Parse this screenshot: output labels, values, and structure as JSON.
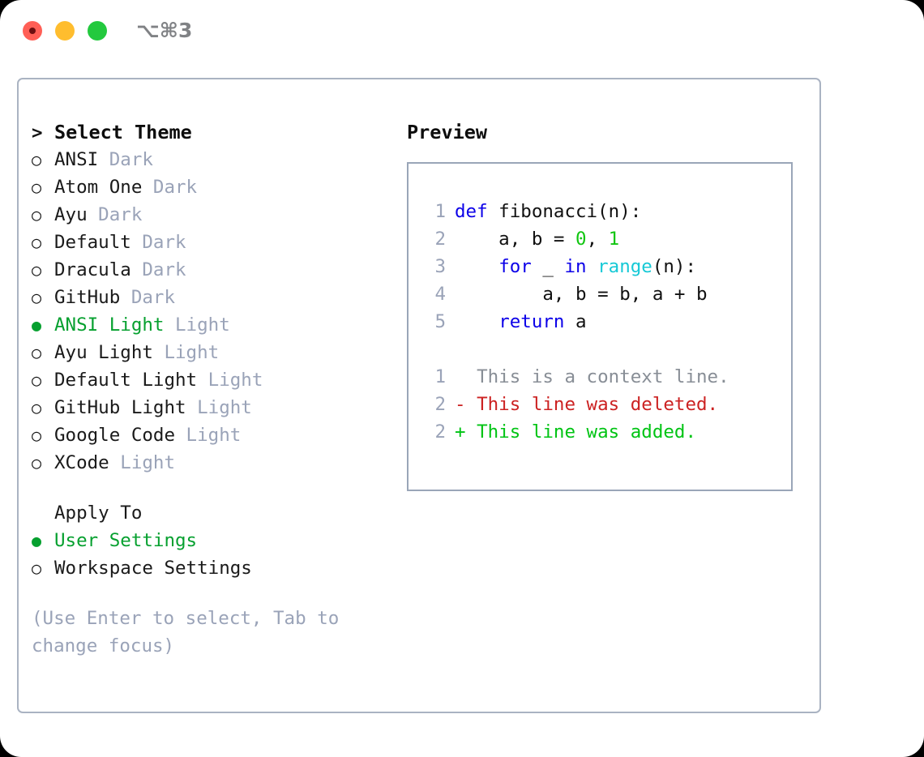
{
  "window": {
    "shortcut_label": "⌥⌘3",
    "traffic_lights": [
      {
        "name": "close",
        "color": "#ff5f56"
      },
      {
        "name": "minimize",
        "color": "#ffbd2e"
      },
      {
        "name": "zoom",
        "color": "#23c93e"
      }
    ]
  },
  "theme_picker": {
    "header": {
      "marker": ">",
      "label": "Select Theme"
    },
    "items": [
      {
        "marker": "○",
        "name": "ANSI",
        "variant": "Dark",
        "selected": false
      },
      {
        "marker": "○",
        "name": "Atom One",
        "variant": "Dark",
        "selected": false
      },
      {
        "marker": "○",
        "name": "Ayu",
        "variant": "Dark",
        "selected": false
      },
      {
        "marker": "○",
        "name": "Default",
        "variant": "Dark",
        "selected": false
      },
      {
        "marker": "○",
        "name": "Dracula",
        "variant": "Dark",
        "selected": false
      },
      {
        "marker": "○",
        "name": "GitHub",
        "variant": "Dark",
        "selected": false
      },
      {
        "marker": "●",
        "name": "ANSI Light",
        "variant": "Light",
        "selected": true
      },
      {
        "marker": "○",
        "name": "Ayu Light",
        "variant": "Light",
        "selected": false
      },
      {
        "marker": "○",
        "name": "Default Light",
        "variant": "Light",
        "selected": false
      },
      {
        "marker": "○",
        "name": "GitHub Light",
        "variant": "Light",
        "selected": false
      },
      {
        "marker": "○",
        "name": "Google Code",
        "variant": "Light",
        "selected": false
      },
      {
        "marker": "○",
        "name": "XCode",
        "variant": "Light",
        "selected": false
      }
    ]
  },
  "apply_to": {
    "header": "Apply To",
    "items": [
      {
        "marker": "●",
        "label": "User Settings",
        "selected": true
      },
      {
        "marker": "○",
        "label": "Workspace Settings",
        "selected": false
      }
    ]
  },
  "hint": "(Use Enter to select, Tab to change focus)",
  "preview": {
    "title": "Preview",
    "code_lines": [
      {
        "lineno": "1",
        "tokens": [
          {
            "text": "def",
            "kind": "kw"
          },
          {
            "text": " fibonacci(n):",
            "kind": "plain"
          }
        ]
      },
      {
        "lineno": "2",
        "tokens": [
          {
            "text": "    a, b = ",
            "kind": "plain"
          },
          {
            "text": "0",
            "kind": "num"
          },
          {
            "text": ", ",
            "kind": "plain"
          },
          {
            "text": "1",
            "kind": "num"
          }
        ]
      },
      {
        "lineno": "3",
        "tokens": [
          {
            "text": "    ",
            "kind": "plain"
          },
          {
            "text": "for",
            "kind": "kw"
          },
          {
            "text": " _ ",
            "kind": "plain"
          },
          {
            "text": "in",
            "kind": "kw"
          },
          {
            "text": " ",
            "kind": "plain"
          },
          {
            "text": "range",
            "kind": "fn"
          },
          {
            "text": "(n):",
            "kind": "plain"
          }
        ]
      },
      {
        "lineno": "4",
        "tokens": [
          {
            "text": "        a, b = b, a + b",
            "kind": "plain"
          }
        ]
      },
      {
        "lineno": "5",
        "tokens": [
          {
            "text": "    ",
            "kind": "plain"
          },
          {
            "text": "return",
            "kind": "kw"
          },
          {
            "text": " a",
            "kind": "plain"
          }
        ]
      }
    ],
    "diff_lines": [
      {
        "lineno": "1",
        "sign": " ",
        "text": "This is a context line.",
        "kind": "context"
      },
      {
        "lineno": "2",
        "sign": "-",
        "text": "This line was deleted.",
        "kind": "deleted"
      },
      {
        "lineno": "2",
        "sign": "+",
        "text": "This line was added.",
        "kind": "added"
      }
    ]
  },
  "colors": {
    "accent_green": "#06a02f",
    "dim_text": "#9aa3b8",
    "border": "#aab3c2",
    "keyword_blue": "#0c00e8",
    "function_cyan": "#17c9d6",
    "number_green": "#11c611",
    "diff_delete_red": "#cc2222",
    "diff_add_green": "#00c414"
  }
}
